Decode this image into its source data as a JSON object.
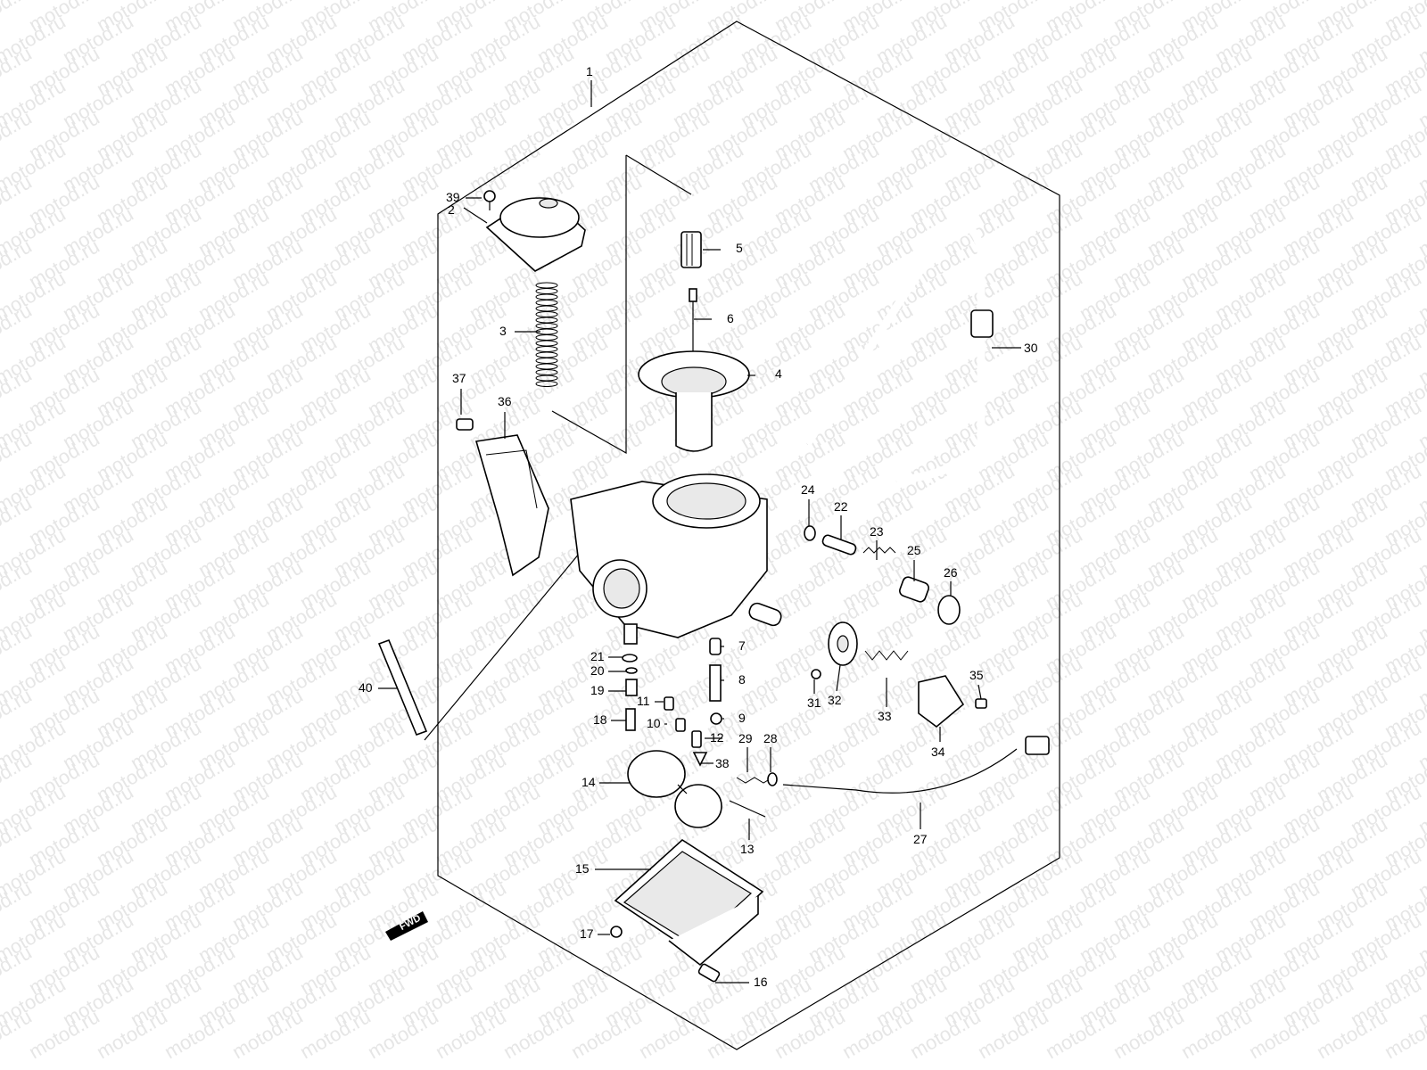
{
  "watermark": {
    "text": "motod.ru"
  },
  "assembly_label": "1",
  "fwd_badge": "FWD",
  "callouts": [
    "2",
    "3",
    "4",
    "5",
    "6",
    "7",
    "8",
    "9",
    "10",
    "11",
    "12",
    "13",
    "14",
    "15",
    "16",
    "17",
    "18",
    "19",
    "20",
    "21",
    "22",
    "23",
    "24",
    "25",
    "26",
    "27",
    "28",
    "29",
    "30",
    "31",
    "32",
    "33",
    "34",
    "35",
    "36",
    "37",
    "38",
    "39",
    "40"
  ]
}
